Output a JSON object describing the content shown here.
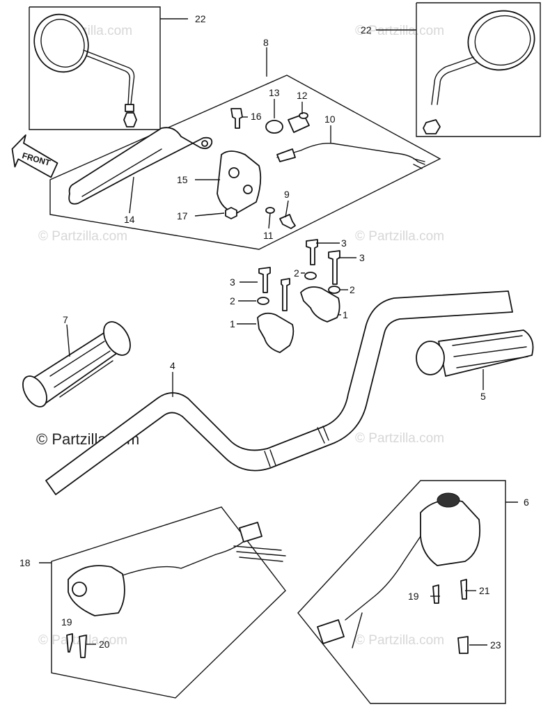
{
  "watermarks": {
    "main": "© Partzilla.com",
    "faded": "© Partzilla.com"
  },
  "front_label": "FRONT",
  "callouts": {
    "c1a": "1",
    "c1b": "1",
    "c2a": "2",
    "c2b": "2",
    "c2c": "2",
    "c3a": "3",
    "c3b": "3",
    "c3c": "3",
    "c4": "4",
    "c5": "5",
    "c6": "6",
    "c7": "7",
    "c8": "8",
    "c9": "9",
    "c10": "10",
    "c11": "11",
    "c12": "12",
    "c13": "13",
    "c14": "14",
    "c15": "15",
    "c16": "16",
    "c17": "17",
    "c18": "18",
    "c19a": "19",
    "c19b": "19",
    "c20": "20",
    "c21": "21",
    "c22a": "22",
    "c22b": "22",
    "c23": "23"
  }
}
